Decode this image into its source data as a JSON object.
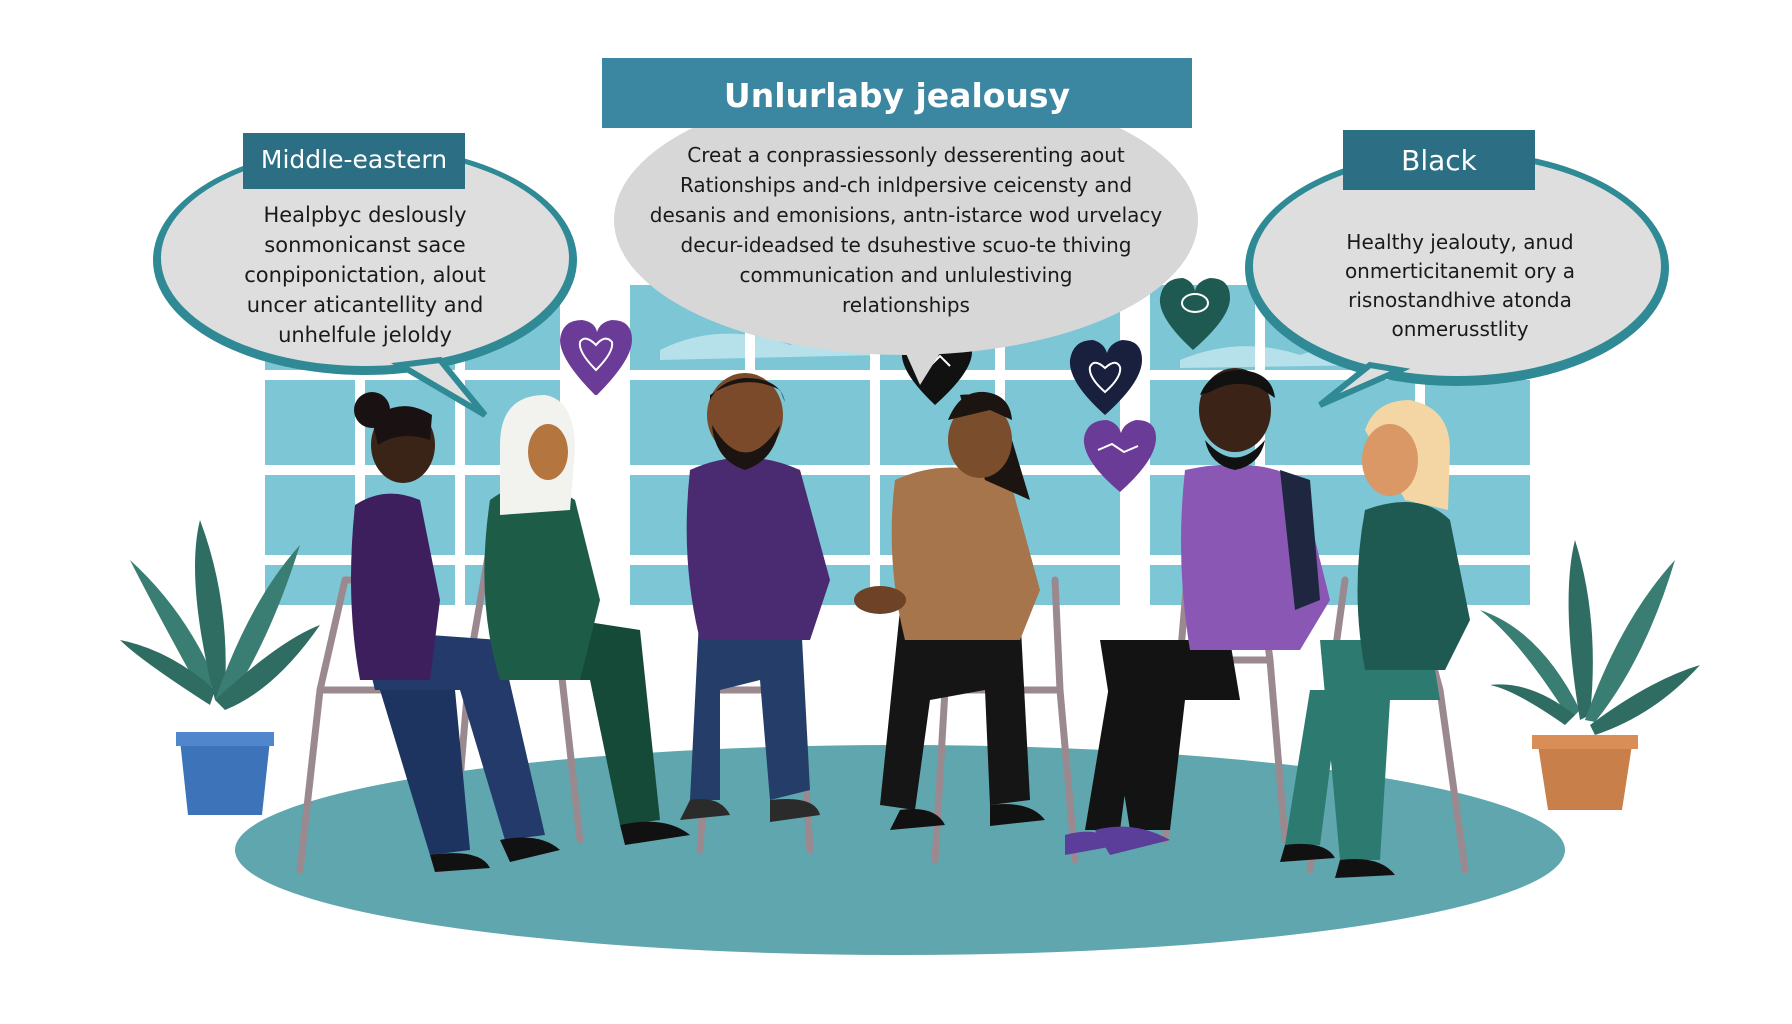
{
  "title": "Unlurlaby jealousy",
  "left_panel": {
    "label": "Middle-eastern",
    "lines": [
      "Healpbyc deslously",
      "sonmonicanst sace",
      "conpiponictation, alout",
      "uncer aticantellity and",
      "unhelfule jeloldy"
    ]
  },
  "center_panel": {
    "lines": [
      "Creat a conprassiessonly desserenting aout",
      "Rationships and-ch inldpersive ceicensty and",
      "desanis and emonisions, antn-istarce wod urvelacy",
      "decur-ideadsed te dsuhestive scuo-te thiving",
      "communication and unlulestiving",
      "relationships"
    ]
  },
  "right_panel": {
    "label": "Black",
    "lines": [
      "Healthy jealouty, anud",
      "onmerticitanemit ory a",
      "risnostandhive atonda",
      "onmerusstlity"
    ]
  },
  "colors": {
    "teal": "#3d8aa0",
    "teal_dark": "#2c6f84",
    "purple": "#6b3c97",
    "dark_green": "#1f5a52",
    "navy": "#18203e",
    "floor": "#5fa6ae",
    "window": "#7cc6d6"
  },
  "heart_icons": [
    "heart-outline-icon",
    "scribble-heart-icon",
    "speech-heart-icon",
    "heart-outline-icon",
    "handshake-heart-icon"
  ]
}
